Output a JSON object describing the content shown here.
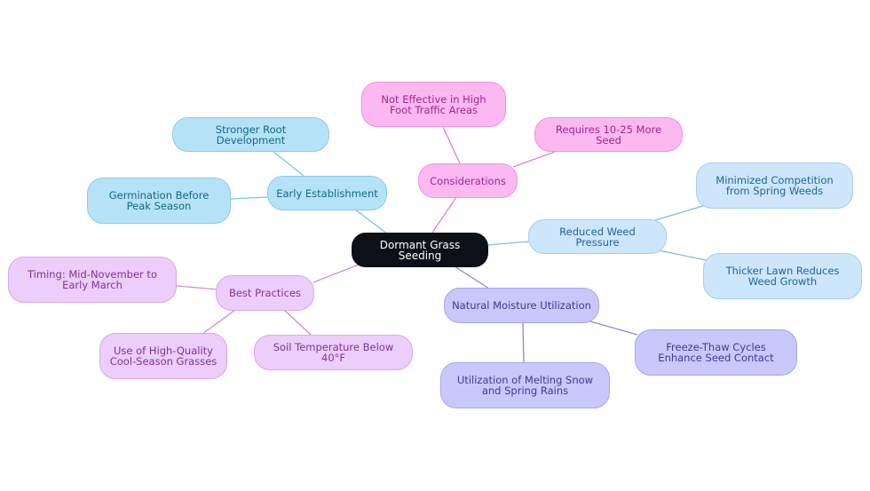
{
  "center": {
    "label": "Dormant Grass Seeding"
  },
  "branches": [
    {
      "label": "Early Establishment",
      "children": [
        "Stronger Root Development",
        "Germination Before Peak Season"
      ]
    },
    {
      "label": "Considerations",
      "children": [
        "Not Effective in High Foot Traffic Areas",
        "Requires 10-25 More Seed"
      ]
    },
    {
      "label": "Reduced Weed Pressure",
      "children": [
        "Minimized Competition from Spring Weeds",
        "Thicker Lawn Reduces Weed Growth"
      ]
    },
    {
      "label": "Natural Moisture Utilization",
      "children": [
        "Freeze-Thaw Cycles Enhance Seed Contact",
        "Utilization of Melting Snow and Spring Rains"
      ]
    },
    {
      "label": "Best Practices",
      "children": [
        "Timing: Mid-November to Early March",
        "Use of High-Quality Cool-Season Grasses",
        "Soil Temperature Below 40°F"
      ]
    }
  ],
  "colors": {
    "early_establishment": "#b6e2f8",
    "considerations": "#fbb8f1",
    "reduced_weed_pressure": "#cde6fb",
    "natural_moisture_utilization": "#c9c8fb",
    "best_practices": "#edcdfa",
    "center": "#0d1117"
  }
}
